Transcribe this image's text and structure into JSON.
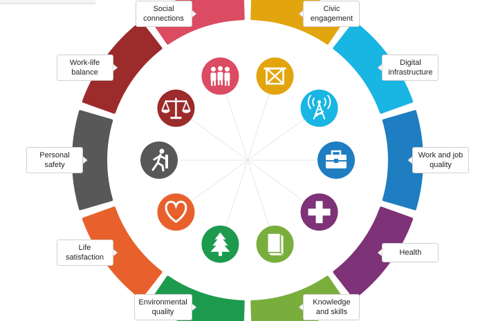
{
  "diagram": {
    "dimensions": [
      {
        "id": "civic",
        "label": "Civic\nengagement",
        "color": "#E2A50E",
        "icon": "ballot-box-icon"
      },
      {
        "id": "digital",
        "label": "Digital\ninfrastructure",
        "color": "#19B5E3",
        "icon": "radio-tower-icon"
      },
      {
        "id": "work",
        "label": "Work and job\nquality",
        "color": "#1F7DC1",
        "icon": "briefcase-icon"
      },
      {
        "id": "health",
        "label": "Health",
        "color": "#7E3277",
        "icon": "medical-cross-icon"
      },
      {
        "id": "knowledge",
        "label": "Knowledge\nand skills",
        "color": "#79AE3D",
        "icon": "book-icon"
      },
      {
        "id": "environment",
        "label": "Environmental\nquality",
        "color": "#1D9A4E",
        "icon": "tree-icon"
      },
      {
        "id": "life",
        "label": "Life\nsatisfaction",
        "color": "#E8612C",
        "icon": "heart-icon"
      },
      {
        "id": "safety",
        "label": "Personal\nsafety",
        "color": "#585858",
        "icon": "running-person-icon"
      },
      {
        "id": "worklife",
        "label": "Work-life\nbalance",
        "color": "#9C2B2B",
        "icon": "balance-scale-icon"
      },
      {
        "id": "social",
        "label": "Social\nconnections",
        "color": "#DB4B62",
        "icon": "people-group-icon"
      }
    ]
  }
}
